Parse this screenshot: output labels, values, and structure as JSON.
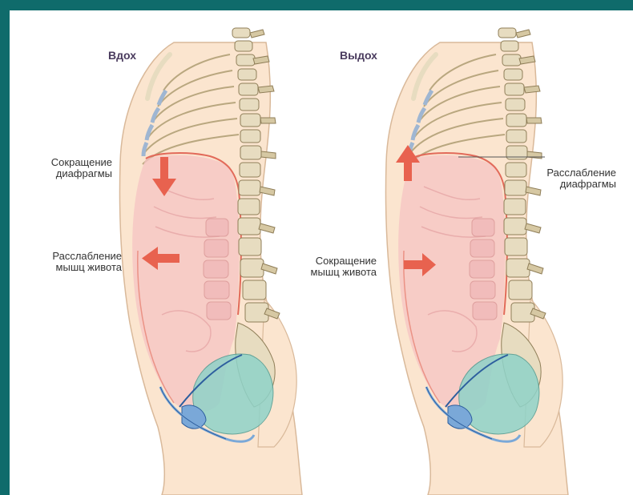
{
  "colors": {
    "frame_border": "#0f6b6b",
    "skin": "#fbe5cf",
    "skin_outline": "#d9b99a",
    "cavity": "#f6c3c3",
    "diaphragm": "#e26a5a",
    "arrow": "#e8624f",
    "bone": "#e7dcc0",
    "bone_dark": "#b9a77f",
    "cartilage": "#9fb6d2",
    "pelvic_floor": "#8fd3c9",
    "pelvic_line": "#2d5e9e",
    "title": "#4a3b5e",
    "label": "#333333"
  },
  "left": {
    "title": "Вдох",
    "label_diaphragm": "Сокращение\nдиафрагмы",
    "label_abdomen": "Расслабление\nмышц живота"
  },
  "right": {
    "title": "Выдох",
    "label_diaphragm": "Расслабление\nдиафрагмы",
    "label_abdomen": "Сокращение\nмышц живота"
  }
}
